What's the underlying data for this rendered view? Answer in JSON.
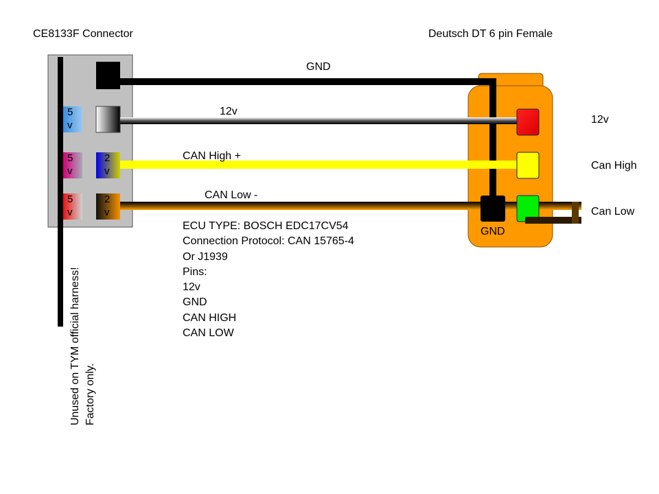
{
  "left_connector": {
    "title": "CE8133F Connector"
  },
  "right_connector": {
    "title": "Deutsch DT 6 pin Female"
  },
  "pins": {
    "left_top": {
      "top": "5",
      "bottom": "v"
    },
    "left_middle": {
      "top": "5",
      "bottom": "v"
    },
    "left_bottom": {
      "top": "5",
      "bottom": "v"
    },
    "right_middle": {
      "top": "2",
      "bottom": "v"
    },
    "right_bottom": {
      "top": "2",
      "bottom": "v"
    }
  },
  "wires": {
    "gnd": {
      "label": "GND",
      "color": "#000000"
    },
    "power": {
      "label": "12v",
      "color": "#808080"
    },
    "can_high": {
      "label": "CAN High +",
      "color": "#ffff00"
    },
    "can_low": {
      "label": "CAN Low -",
      "color": "#f59200"
    }
  },
  "deutsch_labels": {
    "power": "12v",
    "can_high": "Can High",
    "can_low": "Can Low",
    "gnd_pin": "GND"
  },
  "notes": [
    "ECU TYPE: BOSCH EDC17CV54",
    "Connection Protocol: CAN 15765-4",
    "Or J1939",
    "Pins:",
    "12v",
    "GND",
    "CAN HIGH",
    "CAN LOW"
  ],
  "unused_note": [
    "Unused on TYM official harness!",
    "Factory only."
  ],
  "colors": {
    "connector_body": "#c0c0c0",
    "deutsch_body": "#ff9900",
    "pin_red": "#ff0000",
    "pin_yellow": "#ffff00",
    "pin_green": "#00ee00",
    "pin_blue": "#5599dd"
  }
}
